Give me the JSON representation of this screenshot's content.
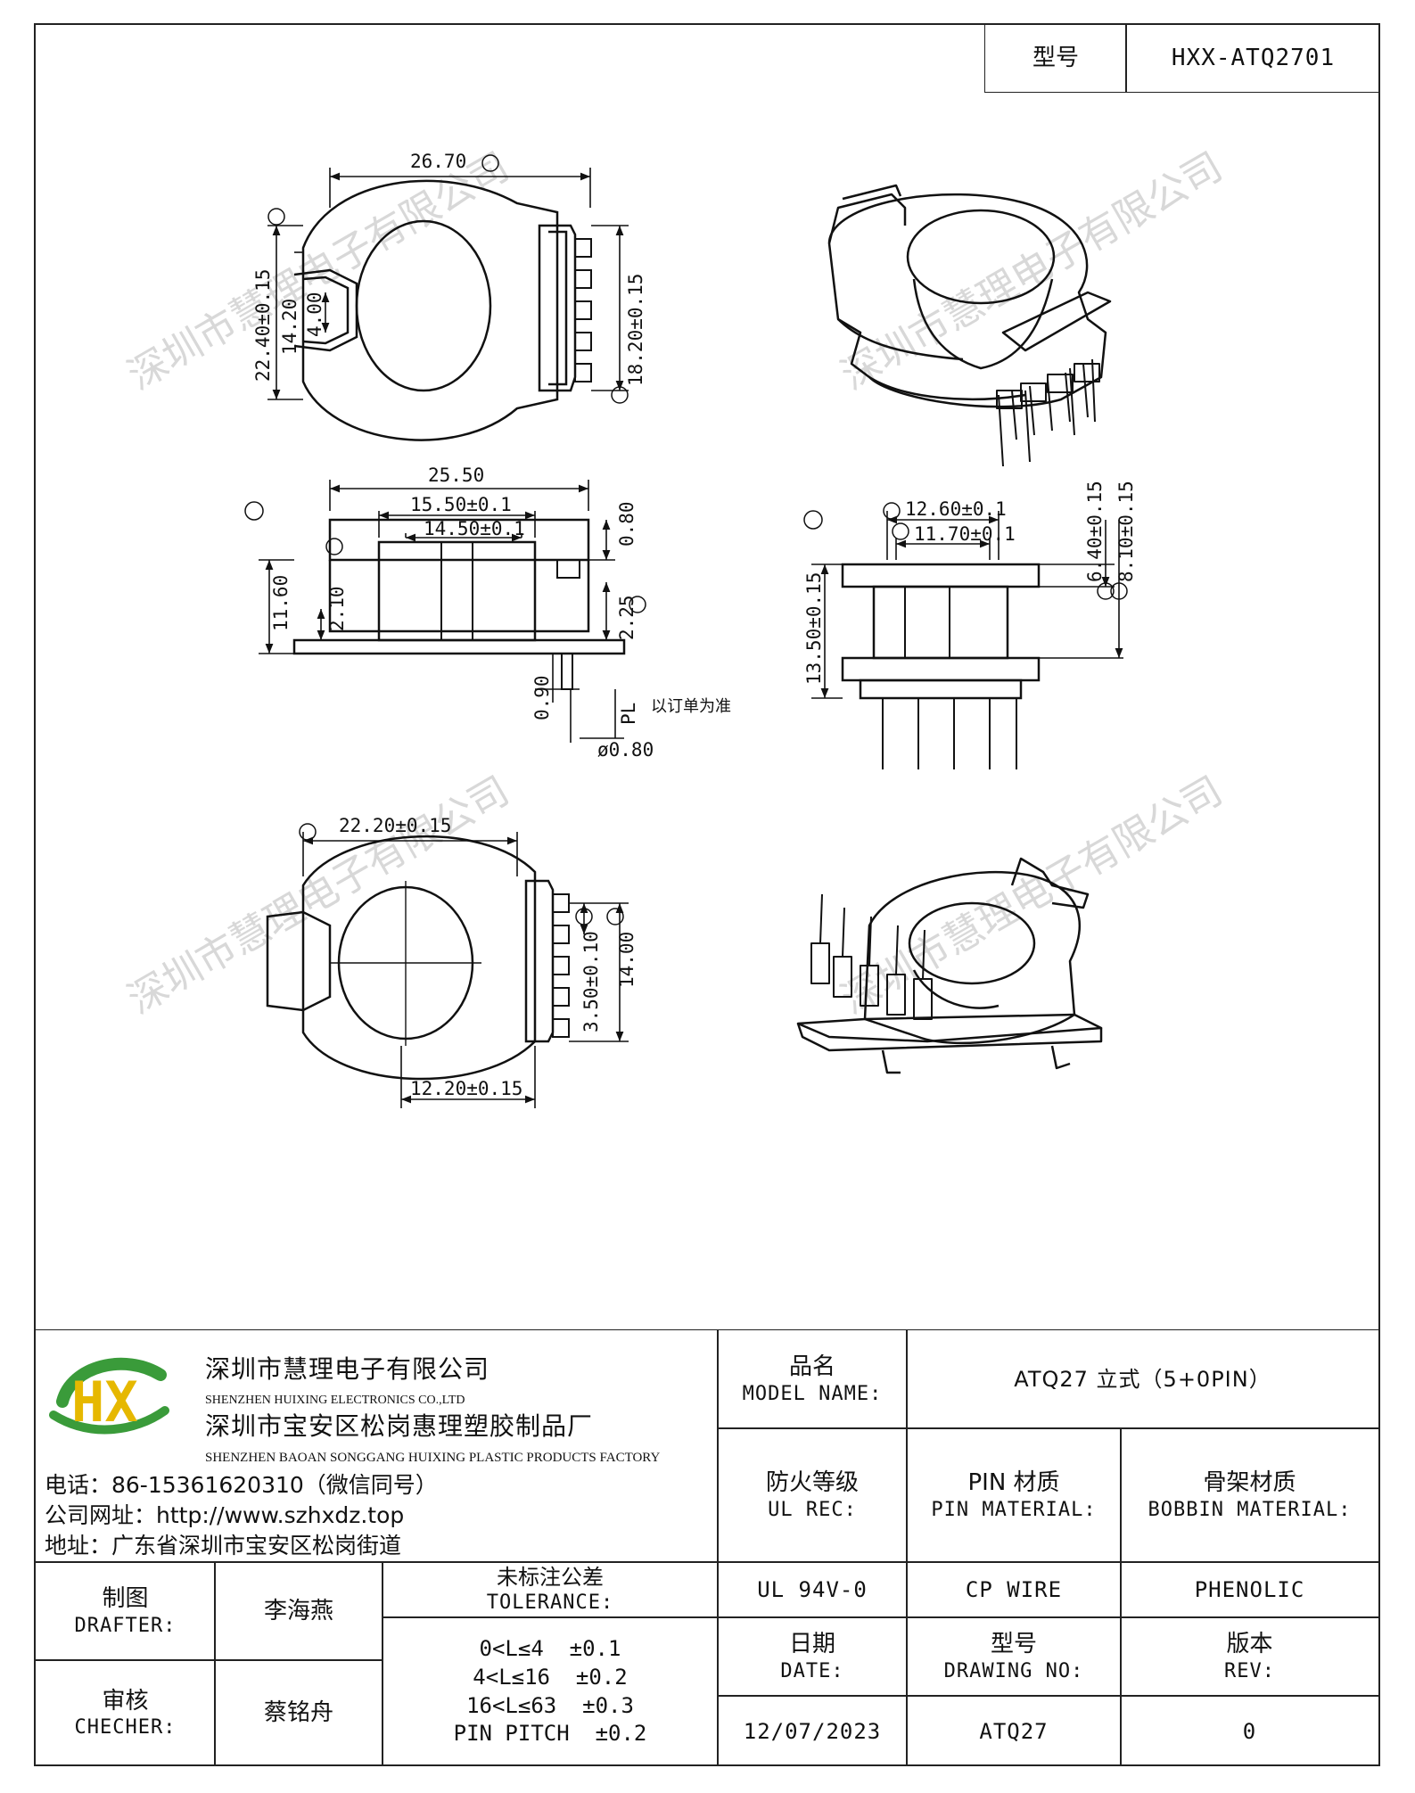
{
  "header": {
    "model_label": "型号",
    "model_value": "HXX-ATQ2701"
  },
  "drawing": {
    "top_view": {
      "dim_a": "26.70",
      "dim_c": "22.40±0.15",
      "dim_14": "14.20",
      "dim_4": "4.00",
      "dim_g": "18.20±0.15"
    },
    "side_view": {
      "dim_25": "25.50",
      "dim_g2": "15.50±0.1",
      "dim_h": "14.50±0.1",
      "dim_080": "0.80",
      "dim_116": "11.60",
      "dim_210": "2.10",
      "dim_225": "2.25",
      "dim_090": "0.90",
      "dim_pl": "PL",
      "dim_pin": "ø0.80",
      "note": "以订单为准"
    },
    "front_view": {
      "dim_l": "12.60±0.1",
      "dim_m": "11.70±0.1",
      "dim_135": "13.50±0.15",
      "dim_640": "6.40±0.15",
      "dim_810": "8.10±0.15"
    },
    "bottom_view": {
      "dim_p": "22.20±0.15",
      "dim_q": "3.50±0.10",
      "dim_r": "14.00",
      "dim_122": "12.20±0.15"
    },
    "watermark": "深圳市慧理电子有限公司"
  },
  "company": {
    "logo_text": "HX",
    "name_cn": "深圳市慧理电子有限公司",
    "name_en": "SHENZHEN HUIXING ELECTRONICS CO.,LTD",
    "factory_cn": "深圳市宝安区松岗惠理塑胶制品厂",
    "factory_en": "SHENZHEN BAOAN SONGGANG HUIXING PLASTIC PRODUCTS FACTORY",
    "phone": "电话：86-15361620310（微信同号）",
    "website": "公司网址：http://www.szhxdz.top",
    "address": "地址：广东省深圳市宝安区松岗街道"
  },
  "title_block": {
    "model_name_cn": "品名",
    "model_name_en": "MODEL NAME:",
    "model_name_value": "ATQ27 立式（5+0PIN）",
    "ul_cn": "防火等级",
    "ul_en": "UL REC:",
    "ul_value": "UL 94V-0",
    "pin_cn": "PIN 材质",
    "pin_en": "PIN MATERIAL:",
    "pin_value": "CP WIRE",
    "bobbin_cn": "骨架材质",
    "bobbin_en": "BOBBIN MATERIAL:",
    "bobbin_value": "PHENOLIC",
    "date_cn": "日期",
    "date_en": "DATE:",
    "date_value": "12/07/2023",
    "drawing_cn": "型号",
    "drawing_en": "DRAWING NO:",
    "drawing_value": "ATQ27",
    "rev_cn": "版本",
    "rev_en": "REV:",
    "rev_value": "0",
    "drafter_cn": "制图",
    "drafter_en": "DRAFTER:",
    "drafter_name": "李海燕",
    "checker_cn": "审核",
    "checker_en": "CHECHER:",
    "checker_name": "蔡铭舟",
    "tol_cn": "未标注公差",
    "tol_en": "TOLERANCE:",
    "tol_lines": [
      "0<L≤4  ±0.1",
      "4<L≤16  ±0.2",
      "16<L≤63  ±0.3",
      "PIN PITCH  ±0.2"
    ]
  }
}
